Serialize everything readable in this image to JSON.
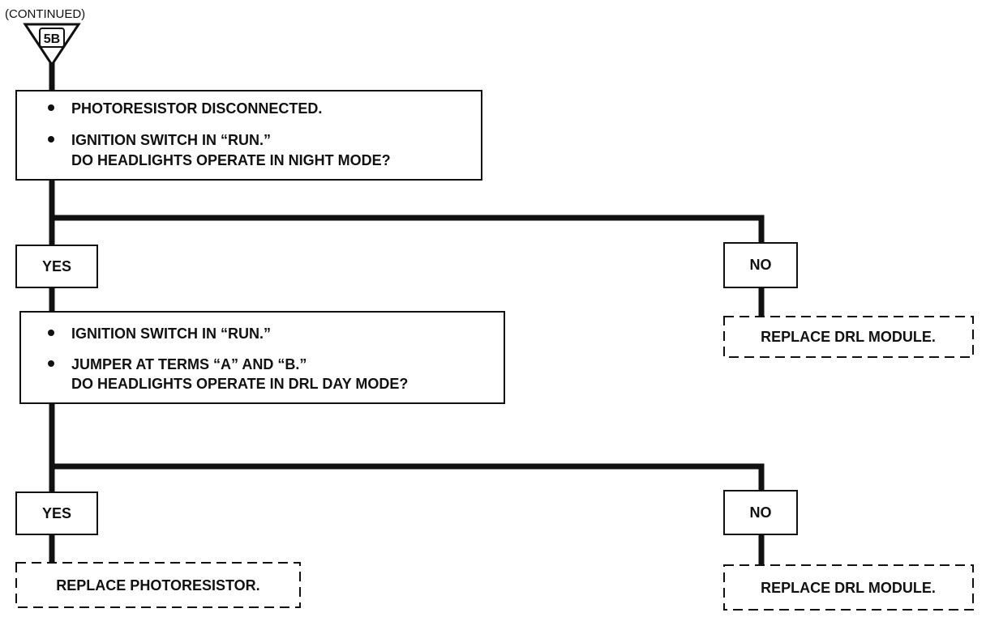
{
  "header": {
    "continued_label": "(CONTINUED)",
    "connector_label": "5B"
  },
  "step1": {
    "bullets": [
      "PHOTORESISTOR DISCONNECTED.",
      "IGNITION SWITCH IN “RUN.”"
    ],
    "question": "DO HEADLIGHTS OPERATE IN NIGHT MODE?"
  },
  "branch1": {
    "yes_label": "YES",
    "no_label": "NO",
    "no_action": "REPLACE DRL MODULE."
  },
  "step2": {
    "bullets": [
      "IGNITION SWITCH IN “RUN.”",
      "JUMPER AT TERMS “A” AND “B.”"
    ],
    "question": "DO HEADLIGHTS OPERATE IN DRL DAY MODE?"
  },
  "branch2": {
    "yes_label": "YES",
    "yes_action": "REPLACE PHOTORESISTOR.",
    "no_label": "NO",
    "no_action": "REPLACE DRL MODULE."
  }
}
